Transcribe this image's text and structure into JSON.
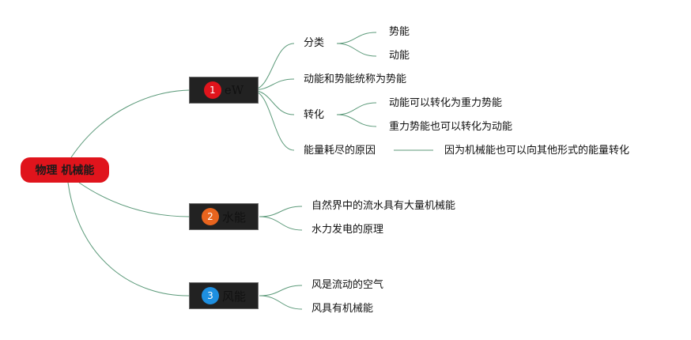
{
  "root": {
    "label": "物理 机械能"
  },
  "branches": [
    {
      "number": "1",
      "label": "eW",
      "badge_color": "#e0141c"
    },
    {
      "number": "2",
      "label": "水能",
      "badge_color": "#e8641e"
    },
    {
      "number": "3",
      "label": "风能",
      "badge_color": "#1e8fe0"
    }
  ],
  "branch1": {
    "classify": {
      "label": "分类",
      "children": [
        "势能",
        "动能"
      ]
    },
    "collective": {
      "label": "动能和势能统称为势能"
    },
    "convert": {
      "label": "转化",
      "children": [
        "动能可以转化为重力势能",
        "重力势能也可以转化为动能"
      ]
    },
    "loss": {
      "label": "能量耗尽的原因",
      "reason": "因为机械能也可以向其他形式的能量转化"
    }
  },
  "branch2": {
    "children": [
      "自然界中的流水具有大量机械能",
      "水力发电的原理"
    ]
  },
  "branch3": {
    "children": [
      "风是流动的空气",
      "风具有机械能"
    ]
  }
}
